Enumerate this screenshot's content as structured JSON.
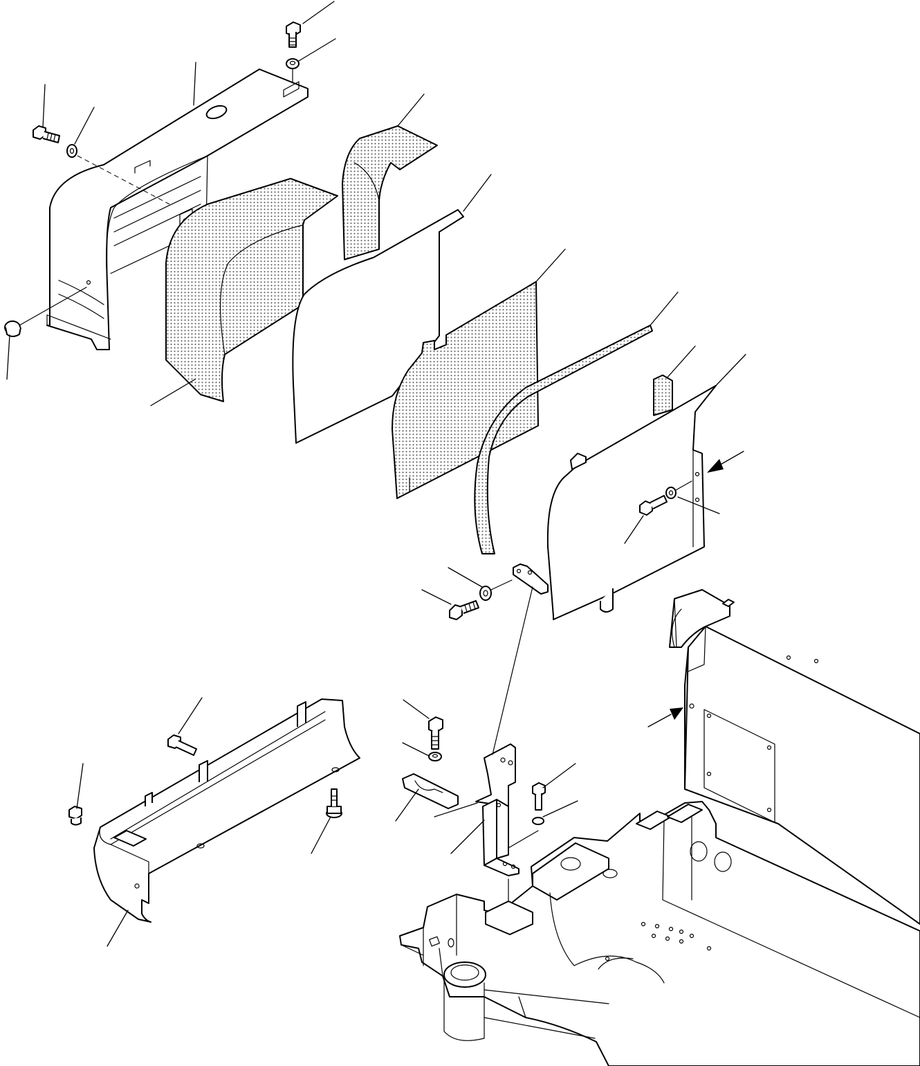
{
  "diagram": {
    "parts": [
      {
        "id": "upper-cover",
        "icon": "curved-cover-panel"
      },
      {
        "id": "upper-cover-gasket",
        "icon": "dotted-gasket"
      },
      {
        "id": "upper-small-gasket",
        "icon": "dotted-gasket"
      },
      {
        "id": "side-plate",
        "icon": "flat-plate"
      },
      {
        "id": "side-plate-gasket",
        "icon": "dotted-gasket"
      },
      {
        "id": "edge-seal-strip",
        "icon": "seal-strip"
      },
      {
        "id": "inner-panel",
        "icon": "bracket-panel"
      },
      {
        "id": "lower-cover",
        "icon": "long-cover-panel"
      },
      {
        "id": "support-stay",
        "icon": "bracket"
      },
      {
        "id": "clamp-plate",
        "icon": "clamp"
      },
      {
        "id": "machine-frame",
        "icon": "revolving-frame"
      }
    ],
    "fasteners": [
      "bolt",
      "washer",
      "plug",
      "grommet"
    ],
    "callout_labels": []
  }
}
